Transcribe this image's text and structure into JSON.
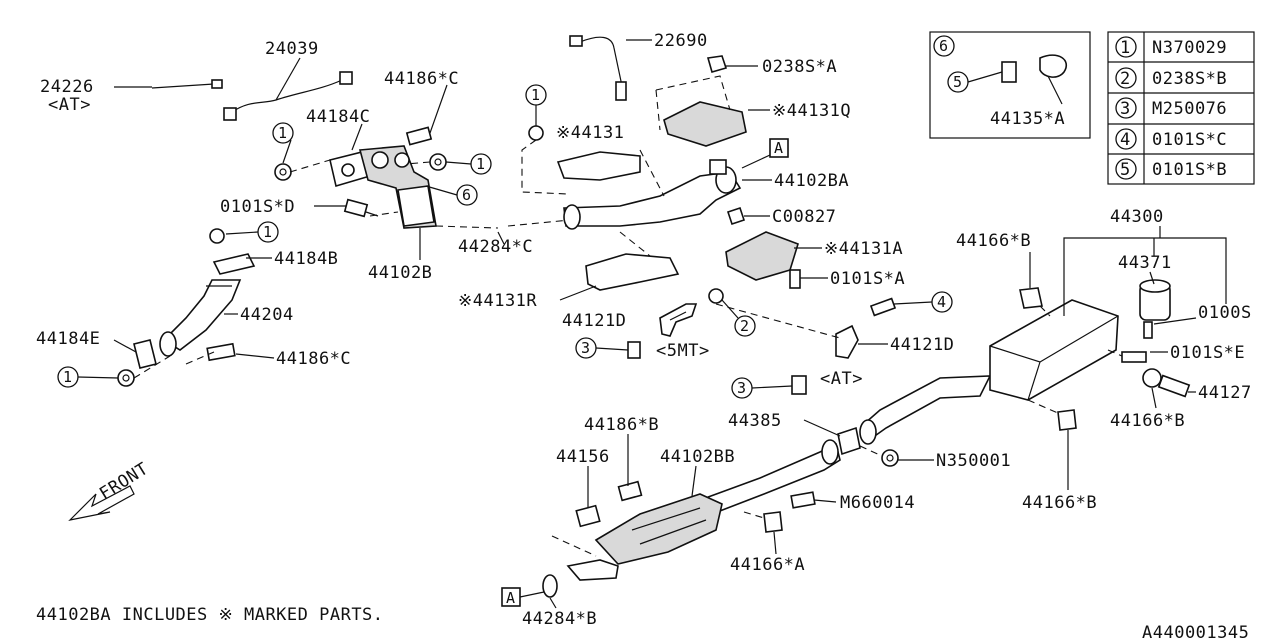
{
  "diagram": {
    "labels": {
      "p24039": "24039",
      "p24226": "24226",
      "at1": "<AT>",
      "p44186c_top": "44186*C",
      "p44184c": "44184C",
      "p0101sd": "0101S*D",
      "p44184b": "44184B",
      "p44102b": "44102B",
      "p44284c": "44284*C",
      "p44204": "44204",
      "p44184e": "44184E",
      "p44186c_bot": "44186*C",
      "p22690": "22690",
      "p0238sa": "0238S*A",
      "p44131q": "※44131Q",
      "p44131": "※44131",
      "p44102ba": "44102BA",
      "p_a_box_top": "A",
      "pc00827": "C00827",
      "p44131a": "※44131A",
      "p0101sa": "0101S*A",
      "p44131r": "※44131R",
      "p44121d_left": "44121D",
      "p5mt": "<5MT>",
      "p44121d_right": "44121D",
      "at2": "<AT>",
      "p44166b_top": "44166*B",
      "p44300": "44300",
      "p44371": "44371",
      "p0100s": "0100S",
      "p0101se": "0101S*E",
      "p44127": "44127",
      "p44166b_right": "44166*B",
      "p44385": "44385",
      "p44186b": "44186*B",
      "p44156": "44156",
      "p44102bb": "44102BB",
      "pn350001": "N350001",
      "pm660014": "M660014",
      "p44166b_bottom": "44166*B",
      "p44166a": "44166*A",
      "p44284b": "44284*B",
      "p_a_box_bot": "A",
      "p44135a": "44135*A",
      "front": "FRONT",
      "note": "44102BA INCLUDES ※ MARKED PARTS.",
      "diagram_id": "A440001345"
    },
    "callouts": {
      "c1": "1",
      "c2": "2",
      "c3": "3",
      "c4": "4",
      "c5": "5",
      "c6": "6"
    },
    "legend": [
      {
        "num": "1",
        "part": "N370029"
      },
      {
        "num": "2",
        "part": "0238S*B"
      },
      {
        "num": "3",
        "part": "M250076"
      },
      {
        "num": "4",
        "part": "0101S*C"
      },
      {
        "num": "5",
        "part": "0101S*B"
      }
    ]
  }
}
